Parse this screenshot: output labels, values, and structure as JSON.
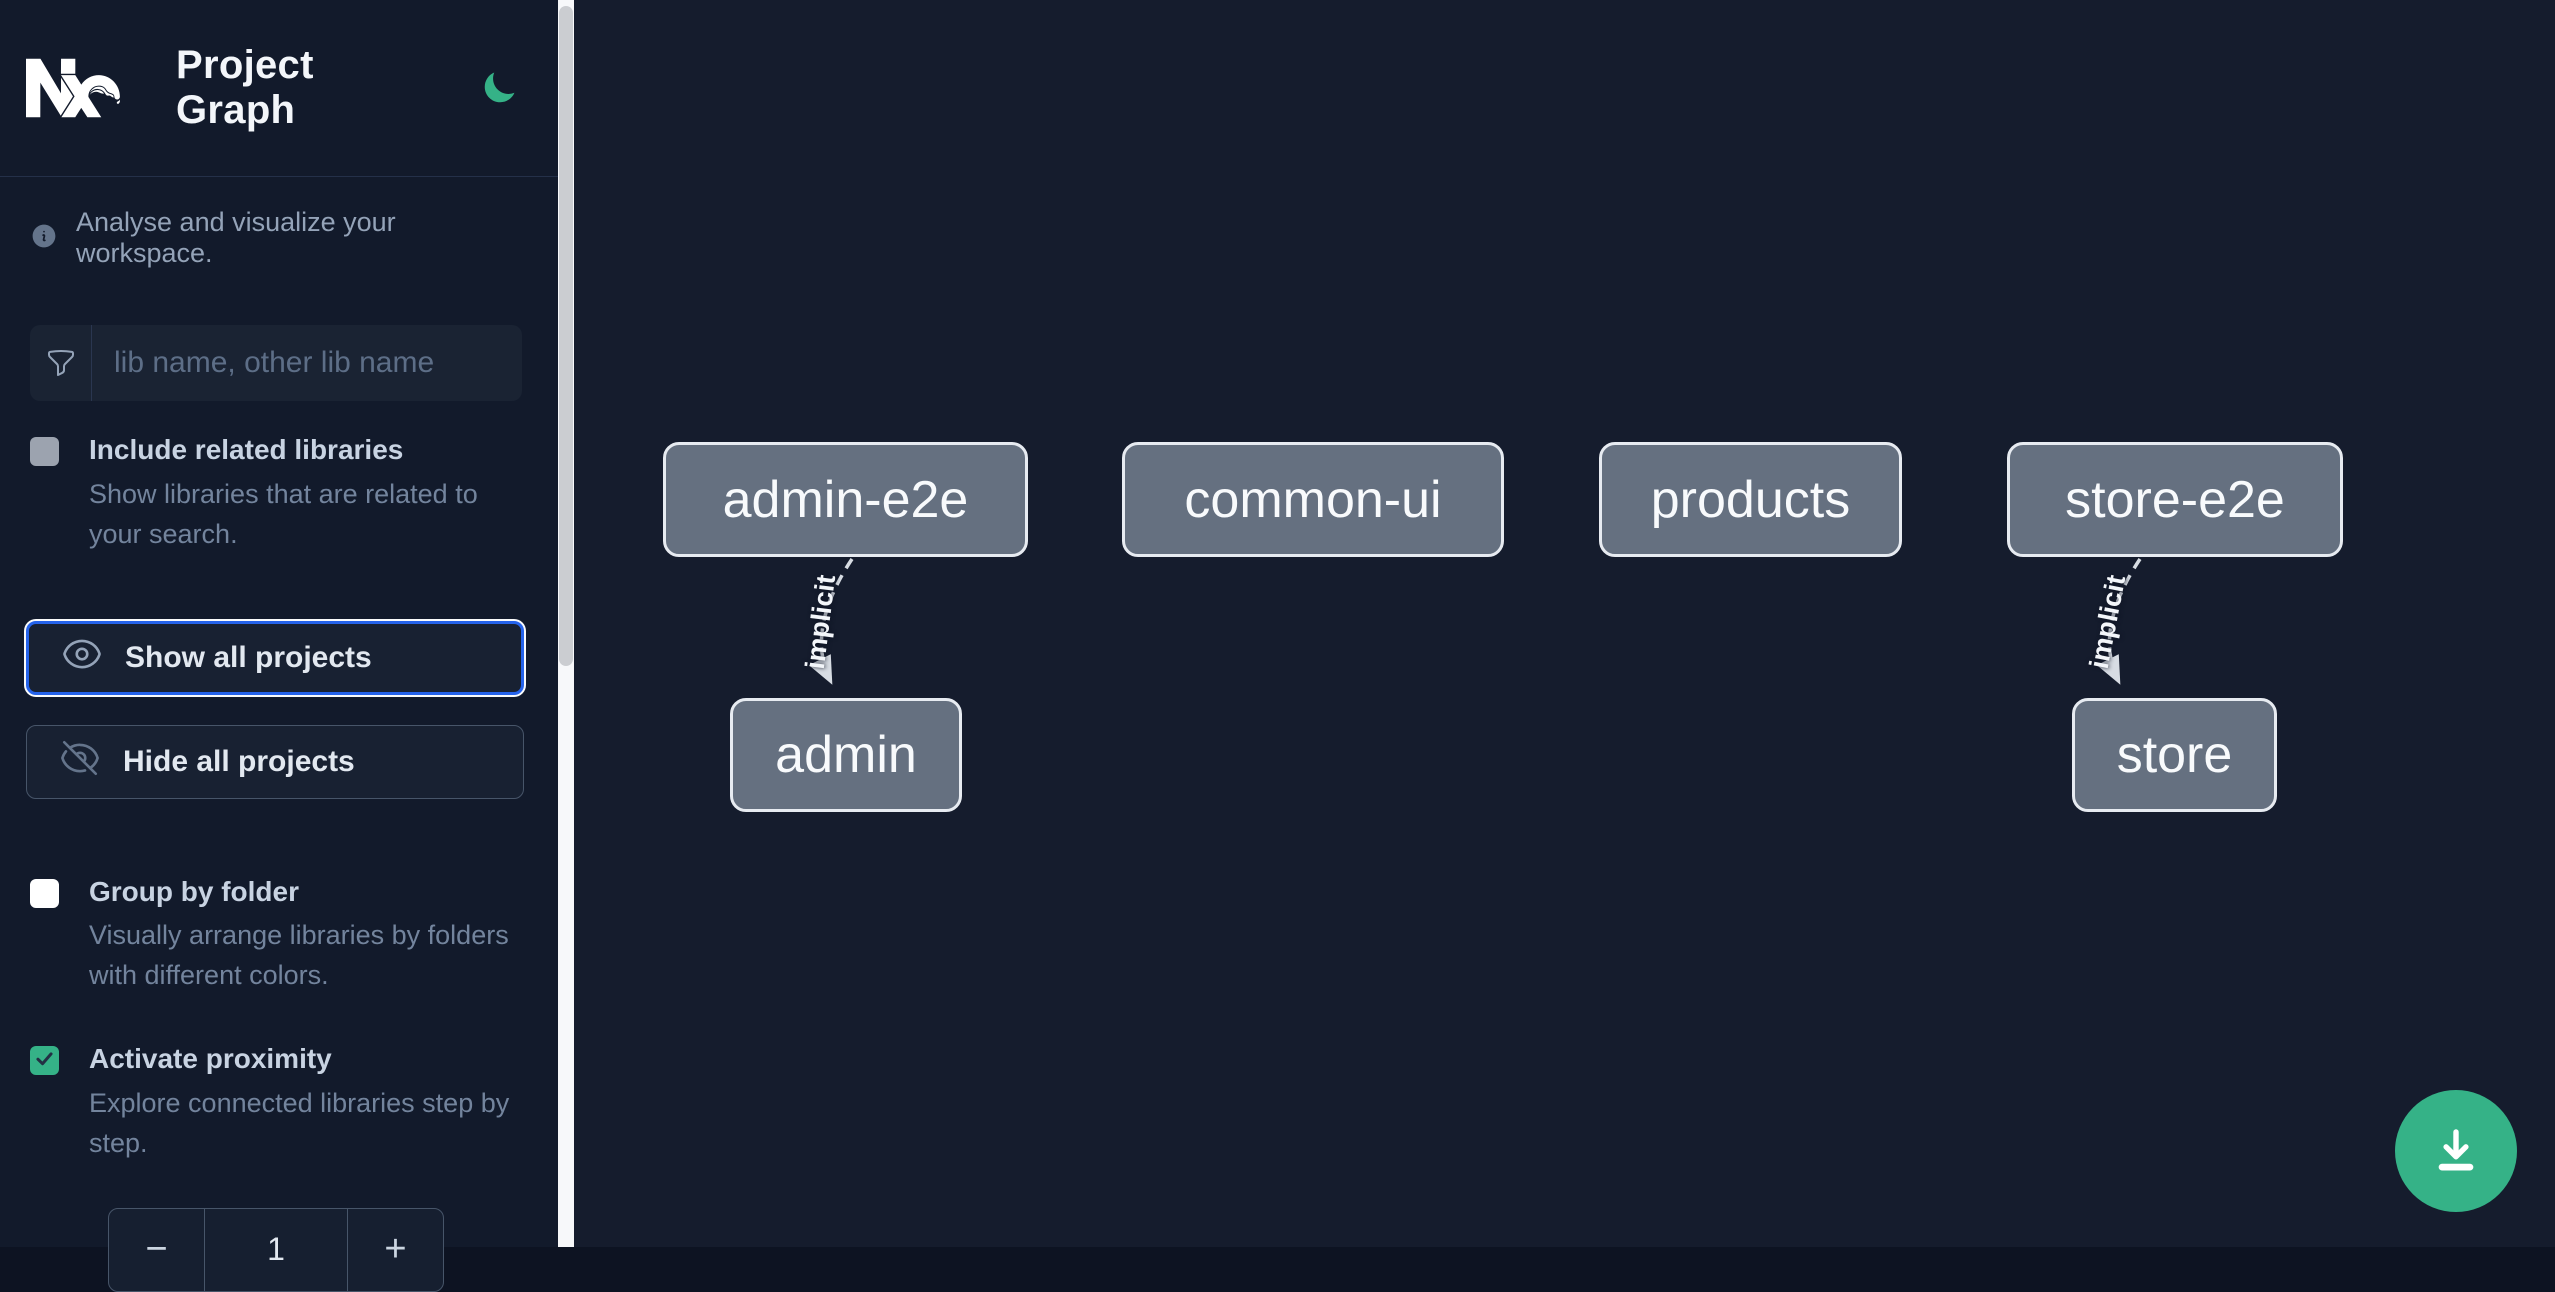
{
  "header": {
    "title": "Project Graph"
  },
  "intro": {
    "text": "Analyse and visualize your workspace."
  },
  "search": {
    "placeholder": "lib name, other lib name"
  },
  "toggles": {
    "include_related": {
      "label": "Include related libraries",
      "description": "Show libraries that are related to your search.",
      "checked": false
    },
    "group_by_folder": {
      "label": "Group by folder",
      "description": "Visually arrange libraries by folders with different colors.",
      "checked": false
    },
    "proximity": {
      "label": "Activate proximity",
      "description": "Explore connected libraries step by step.",
      "checked": true
    }
  },
  "buttons": {
    "show_all": "Show all projects",
    "hide_all": "Hide all projects"
  },
  "stepper": {
    "decrement": "−",
    "value": "1",
    "increment": "+"
  },
  "graph": {
    "nodes": [
      {
        "id": "admin-e2e",
        "label": "admin-e2e"
      },
      {
        "id": "common-ui",
        "label": "common-ui"
      },
      {
        "id": "products",
        "label": "products"
      },
      {
        "id": "store-e2e",
        "label": "store-e2e"
      },
      {
        "id": "admin",
        "label": "admin"
      },
      {
        "id": "store",
        "label": "store"
      }
    ],
    "edges": [
      {
        "from": "admin-e2e",
        "to": "admin",
        "label": "implicit",
        "style": "dashed"
      },
      {
        "from": "store-e2e",
        "to": "store",
        "label": "implicit",
        "style": "dashed"
      }
    ]
  },
  "icons": {
    "logo": "nx-logo",
    "theme": "moon-icon",
    "info": "info-icon",
    "filter": "funnel-icon",
    "show": "eye-icon",
    "hide": "eye-slash-icon",
    "fab": "download-icon"
  },
  "colors": {
    "accent_green": "#35b287",
    "focus_blue": "#2563eb",
    "node_fill": "#657080",
    "node_border": "#e7ebf1",
    "sidebar_bg": "#121a2b",
    "canvas_bg": "#151c2d"
  }
}
